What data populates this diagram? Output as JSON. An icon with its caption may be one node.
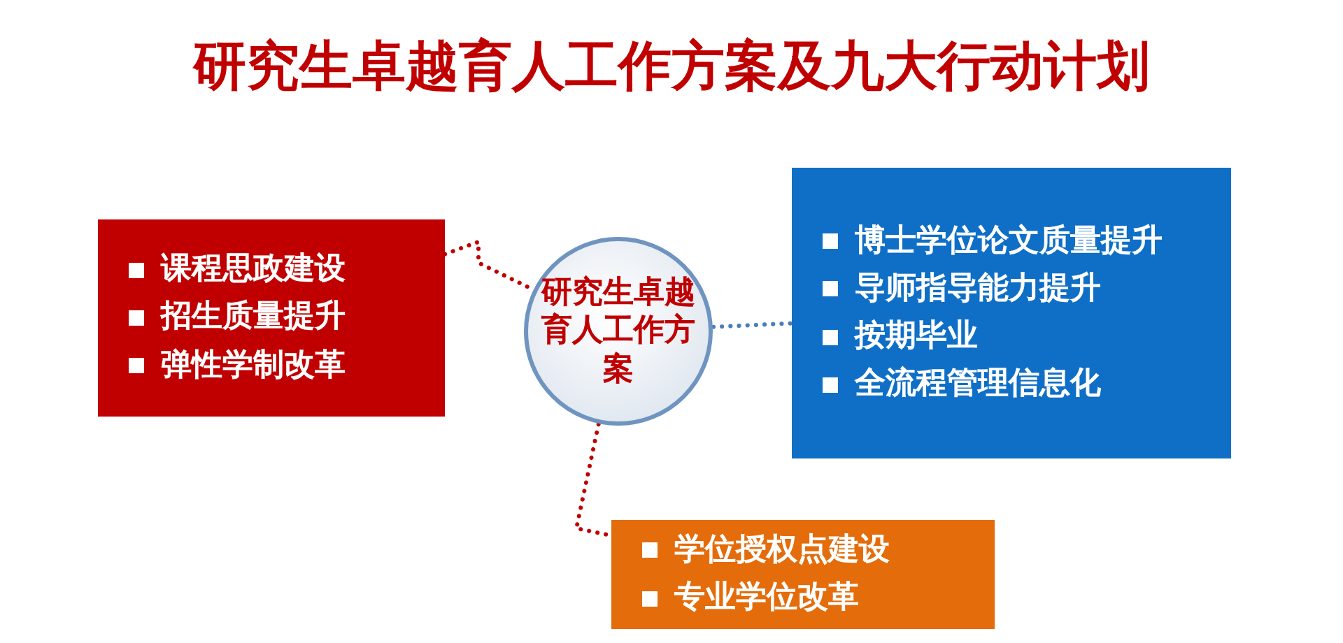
{
  "diagram": {
    "title": "研究生卓越育人工作方案及九大行动计划",
    "nodes": [
      {
        "text": [
          "课程思政建设",
          "招生质量提升",
          "弹性学制改革"
        ]
      },
      {
        "text": [
          "研究生卓越育人工作方案"
        ]
      },
      {
        "text": [
          "博士学位论文质量提升",
          "导师指导能力提升",
          "按期毕业",
          "全流程管理信息化"
        ]
      },
      {
        "text": [
          "学位授权点建设",
          "专业学位改革"
        ]
      }
    ],
    "edges": [
      {
        "from": 0,
        "to": 1,
        "arrow": "none",
        "style": "dashed"
      },
      {
        "from": 1,
        "to": 2,
        "arrow": "none",
        "style": "dashed",
        "color": "#4a7ebb"
      },
      {
        "from": 1,
        "to": 3,
        "arrow": "none",
        "style": "dashed"
      }
    ]
  }
}
